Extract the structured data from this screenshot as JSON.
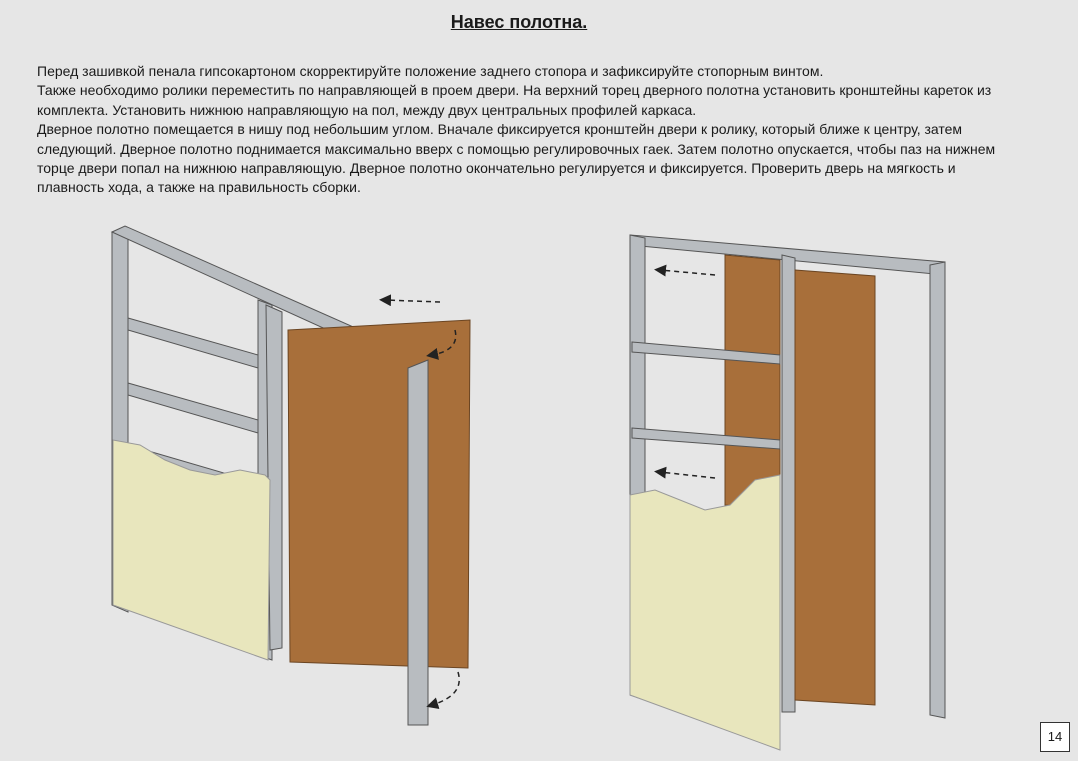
{
  "title": "Навес полотна.",
  "paragraph_lines": [
    "Перед зашивкой пенала гипсокартоном скорректируйте положение заднего стопора и зафиксируйте стопорным винтом.",
    "Также необходимо ролики переместить по направляющей в проем двери. На верхний торец дверного полотна установить кронштейны кареток из",
    "комплекта. Установить нижнюю направляющую на пол, между двух центральных профилей каркаса.",
    "Дверное полотно помещается в нишу под небольшим углом. Вначале фиксируется кронштейн двери к ролику, который ближе к центру, затем",
    "следующий. Дверное полотно поднимается максимально вверх с помощью регулировочных гаек. Затем полотно опускается, чтобы паз на нижнем",
    "торце двери попал на нижнюю направляющую. Дверное полотно окончательно регулируется и фиксируется. Проверить дверь на мягкость и",
    "плавность хода, а также на правильность сборки."
  ],
  "page_number": "14",
  "colors": {
    "door": "#a86f3a",
    "drywall": "#e8e6bd",
    "frame": "#b8bcc0"
  }
}
